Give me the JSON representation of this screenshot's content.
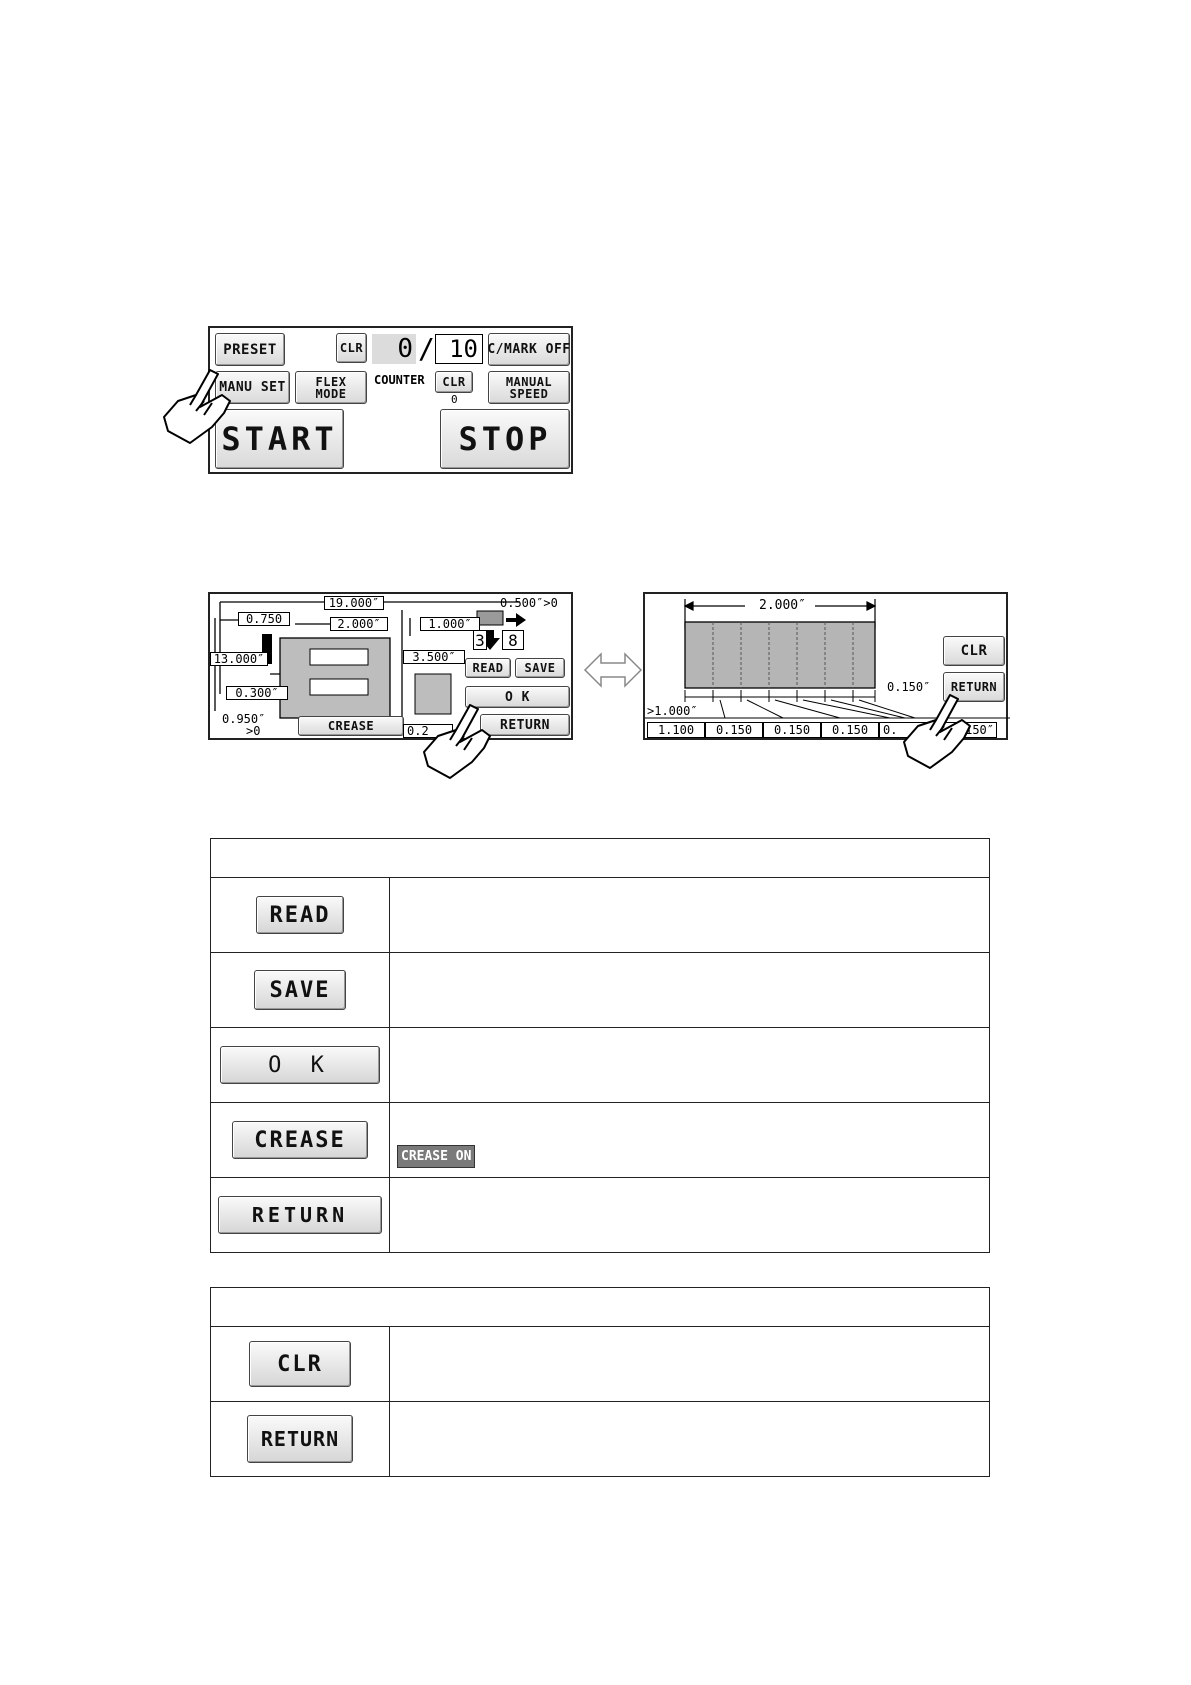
{
  "screen1": {
    "preset": "PRESET",
    "clr_top": "CLR",
    "count_value": "0",
    "slash": "/",
    "count_total": "10",
    "cmark": "C/MARK OFF",
    "manu_set": "MANU SET",
    "flex_mode": "FLEX\nMODE",
    "counter_label": "COUNTER",
    "clr_counter": "CLR",
    "counter_value": "0",
    "manual_speed": "MANUAL\nSPEED",
    "start": "START",
    "stop": "STOP"
  },
  "screen2": {
    "sheet_length": "19.000″",
    "offset_x": "0.500″>0",
    "left_margin": "0.750",
    "card_width": "2.000″",
    "gap_right": "1.000″",
    "sheet_height": "13.000″",
    "card_height": "3.500″",
    "edge_left": "0.300″",
    "corner": "0.950″",
    "corner_sub": ">0",
    "bottom_val": "0.2",
    "count_across": "3",
    "count_down": "8",
    "read": "READ",
    "save": "SAVE",
    "ok": "O K",
    "crease": "CREASE",
    "return": "RETURN"
  },
  "screen3": {
    "width_label": "2.000″",
    "clr": "CLR",
    "return": "RETURN",
    "right_val": "0.150″",
    "start_label": ">1.000″",
    "cells": [
      "1.100",
      "0.150",
      "0.150",
      "0.150",
      "0.",
      ".150″"
    ]
  },
  "table1": {
    "header": "",
    "rows": [
      {
        "button": "READ",
        "desc": ""
      },
      {
        "button": "SAVE",
        "desc": ""
      },
      {
        "button": "O K",
        "desc": ""
      },
      {
        "button": "CREASE",
        "desc": "",
        "badge": "CREASE ON"
      },
      {
        "button": "RETURN",
        "desc": ""
      }
    ]
  },
  "table2": {
    "header": "",
    "rows": [
      {
        "button": "CLR",
        "desc": ""
      },
      {
        "button": "RETURN",
        "desc": ""
      }
    ]
  }
}
